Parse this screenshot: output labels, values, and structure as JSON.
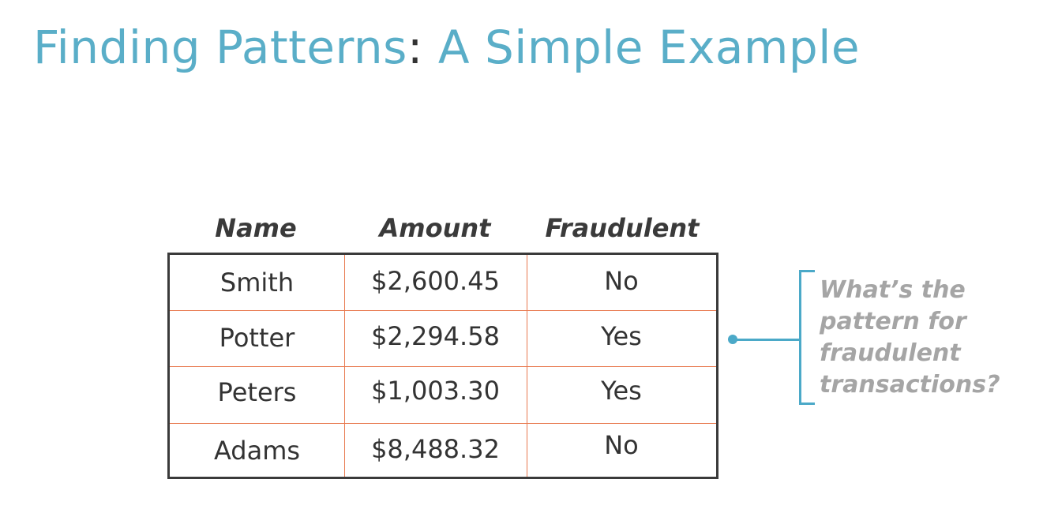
{
  "slide": {
    "title_main": "Finding Patterns",
    "title_colon": ":",
    "title_rest": " A Simple Example"
  },
  "table": {
    "headers": [
      "Name",
      "Amount",
      "Fraudulent"
    ],
    "rows": [
      [
        "Smith",
        "$2,600.45",
        "No"
      ],
      [
        "Potter",
        "$2,294.58",
        "Yes"
      ],
      [
        "Peters",
        "$1,003.30",
        "Yes"
      ],
      [
        "Adams",
        "$8,488.32",
        "No"
      ]
    ]
  },
  "callout": {
    "text": "What’s the pattern for fraudulent transactions?"
  },
  "colors": {
    "title": "#5aaec8",
    "accent": "#4ba9c8",
    "grid": "#e8794f",
    "border": "#3a3a3a",
    "callout_text": "#a5a5a5"
  }
}
